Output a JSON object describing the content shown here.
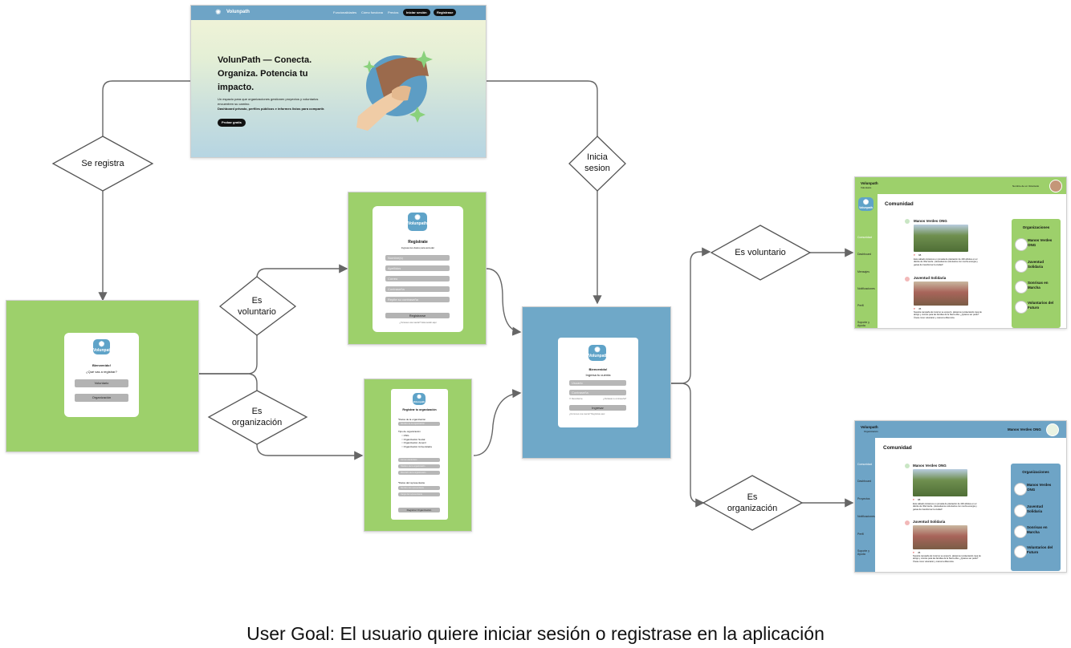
{
  "landing": {
    "brand": "Volunpath",
    "nav": [
      "Funcionalidades",
      "Cómo funciona",
      "Precios"
    ],
    "login_btn": "Iniciar sesión",
    "signup_btn": "Registrase",
    "hero_title_1": "VolunPath — Conecta.",
    "hero_title_2": "Organiza. Potencia tu",
    "hero_title_3": "impacto.",
    "hero_desc_1": "Un espacio para que organizaciones gestionen proyectos y voluntarios",
    "hero_desc_2": "encuentren su camino.",
    "hero_desc_3": "Dashboard privado, perfiles públicos e informes listos para compartir.",
    "cta": "Probar gratis"
  },
  "decisions": {
    "register": "Se registra",
    "login_1": "Inicia",
    "login_2": "sesion",
    "vol_a_1": "Es",
    "vol_a_2": "voluntario",
    "org_a_1": "Es",
    "org_a_2": "organización",
    "vol_b": "Es voluntario",
    "org_b_1": "Es",
    "org_b_2": "organización"
  },
  "choose": {
    "logo": "Volunpath",
    "welcome": "Bienvenido!",
    "question": "¿Qué vas a registrar?",
    "btn_vol": "Voluntario",
    "btn_org": "Organización"
  },
  "reg_vol": {
    "logo": "Volunpath",
    "title": "Registrate",
    "subtitle": "Ingresa tus datos para acceder",
    "fields": [
      "Nombre(s)",
      "Apellidos",
      "Correo",
      "Contraseña",
      "Repite su contraseña"
    ],
    "btn": "Registrarse",
    "footer": "¿Ya tienes una cuenta? Inicia sesión aquí"
  },
  "reg_org": {
    "logo": "Volunpath",
    "title": "Registrar tu organización",
    "sec1": "*Datos de la organización",
    "f1": "Nombre de la organización",
    "type_label": "Tipo de organización",
    "types": [
      "ONG",
      "Organización Social",
      "Organización Juvenil",
      "Organización Universitaria"
    ],
    "f2": "Correo electrónico",
    "f3": "Teléfono de la organización",
    "f4": "Dirección de la organización",
    "sec2": "*Datos del representante",
    "f5": "Nombre del representante",
    "f6": "Cargo del representante",
    "btn": "Registrar Organización"
  },
  "login": {
    "logo": "Volunpath",
    "welcome": "Bienvenido!",
    "subtitle": "Ingresa tu cuenta",
    "user": "Usuario",
    "pass": "Contraseña",
    "remember": "Recordarme",
    "forgot": "¿Olvidaste tu contraseña?",
    "btn": "Ingresar",
    "footer": "¿No tienes una cuenta? Regístrate aquí"
  },
  "dash_vol": {
    "brand": "Volunpath",
    "role": "Voluntario",
    "user": "Nombre de un Voluntario",
    "section": "Comunidad",
    "nav": [
      "Comunidad",
      "Dashboard",
      "Mensajes",
      "Notificaciones",
      "Perfil",
      "Soporte y Ayuda"
    ],
    "post1_org": "Manos Verdes ONG",
    "post1_likes": "98",
    "post1_text": "Este sábado iniciamos un jornada de plantación de 400 árboles en el distrito de Villa Verde. ¡Necesitamos voluntarios con mucha energía y ganas de transformar la ciudad!",
    "post2_org": "Juventud Solidaria",
    "post2_likes": "45",
    "post2_text": "Nuestra campaña de invierno se empezó. ¡Estamos recolectando ropa de abrigo y víveres para las familias de la Sierra Alta. ¿Quieres ser parte? Únete como voluntario y marca la diferencia.",
    "orgs_title": "Organizaciones",
    "orgs": [
      "Manos Verdes ONG",
      "Juventud Solidaria",
      "Sonrisas en Marcha",
      "Voluntarios del Futuro"
    ]
  },
  "dash_org": {
    "brand": "Volunpath",
    "role": "Organización",
    "user": "Manos Verdes ONG",
    "section": "Comunidad",
    "nav": [
      "Comunidad",
      "Dashboard",
      "Proyectos",
      "Notificaciones",
      "Perfil",
      "Soporte y Ayuda"
    ],
    "post1_org": "Manos Verdes ONG",
    "post1_likes": "98",
    "post1_text": "Este sábado iniciamos un jornada de plantación de 400 árboles en el distrito de Villa Verde. ¡Necesitamos voluntarios con mucha energía y ganas de transformar la ciudad!",
    "post2_org": "Juventud Solidaria",
    "post2_likes": "45",
    "post2_text": "Nuestra campaña de invierno se empezó. ¡Estamos recolectando ropa de abrigo y víveres para las familias de la Sierra Alta. ¿Quieres ser parte? Únete como voluntario y marca la diferencia.",
    "orgs_title": "Organizaciones",
    "orgs": [
      "Manos Verdes ONG",
      "Juventud Solidaria",
      "Sonrisas en Marcha",
      "Voluntarios del Futuro"
    ]
  },
  "goal": "User Goal: El usuario quiere iniciar sesión o registrase en la aplicación",
  "colors": {
    "green": "#9dd06b",
    "blue": "#6fa8c8",
    "nav_blue": "#6ea4c6",
    "arrow": "#666666"
  }
}
